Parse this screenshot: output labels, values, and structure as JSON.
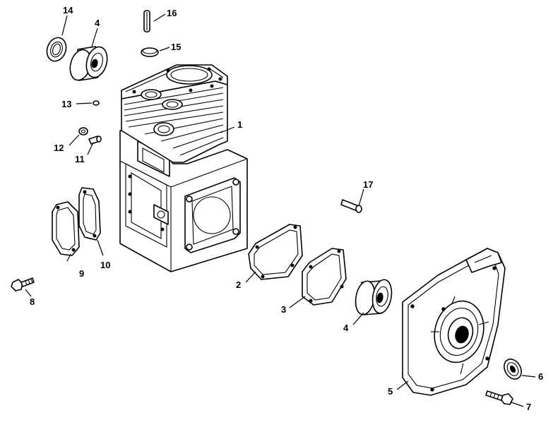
{
  "callouts": [
    {
      "id": "c1",
      "label": "1"
    },
    {
      "id": "c2",
      "label": "2"
    },
    {
      "id": "c3",
      "label": "3"
    },
    {
      "id": "c4a",
      "label": "4"
    },
    {
      "id": "c4b",
      "label": "4"
    },
    {
      "id": "c5",
      "label": "5"
    },
    {
      "id": "c6",
      "label": "6"
    },
    {
      "id": "c7",
      "label": "7"
    },
    {
      "id": "c8",
      "label": "8"
    },
    {
      "id": "c9",
      "label": "9"
    },
    {
      "id": "c10",
      "label": "10"
    },
    {
      "id": "c11",
      "label": "11"
    },
    {
      "id": "c12",
      "label": "12"
    },
    {
      "id": "c13",
      "label": "13"
    },
    {
      "id": "c14",
      "label": "14"
    },
    {
      "id": "c15",
      "label": "15"
    },
    {
      "id": "c16",
      "label": "16"
    },
    {
      "id": "c17",
      "label": "17"
    }
  ]
}
